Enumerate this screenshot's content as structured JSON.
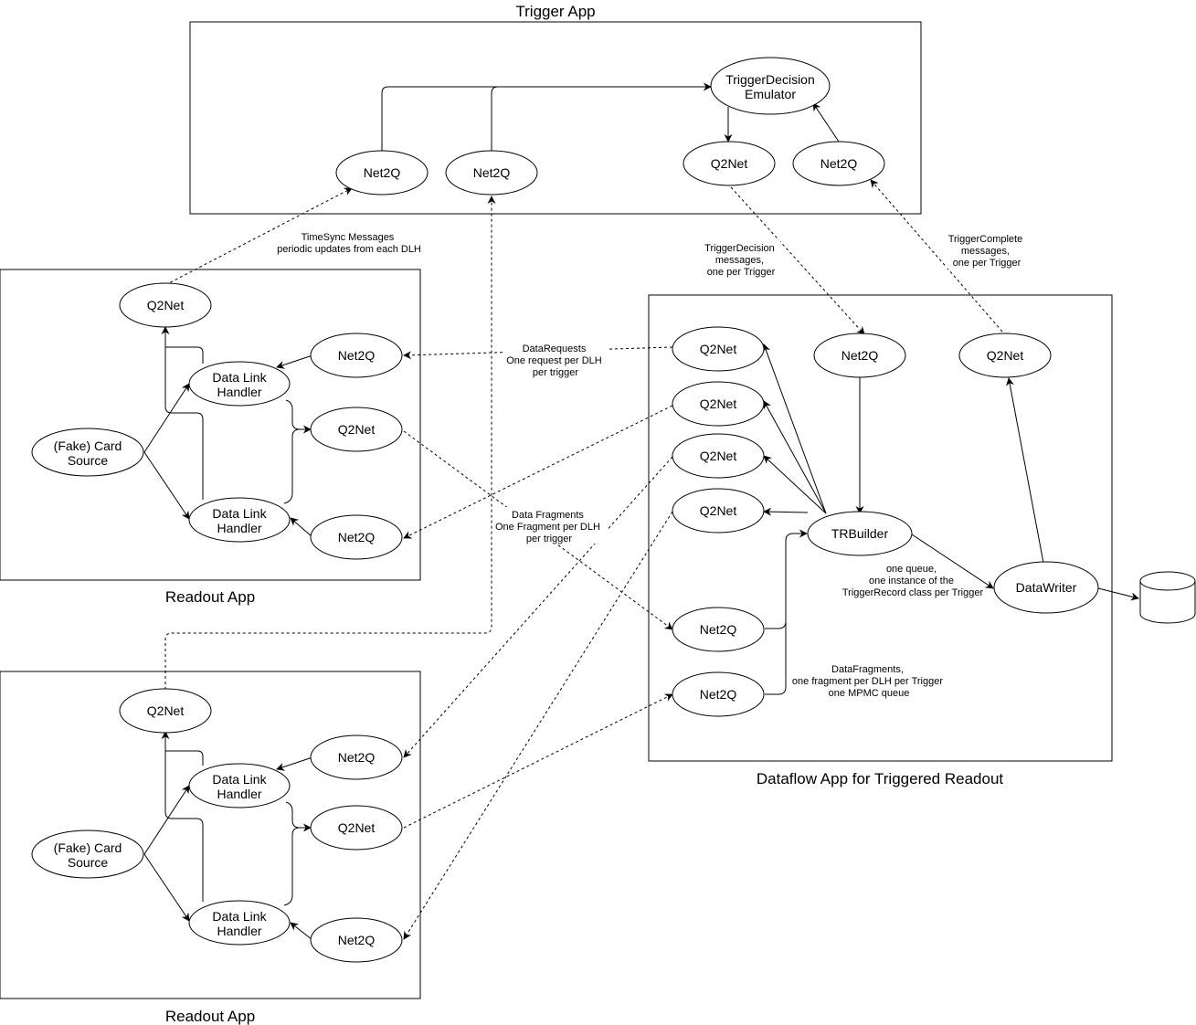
{
  "apps": {
    "trigger": "Trigger App",
    "readout_top": "Readout App",
    "readout_bottom": "Readout App",
    "dataflow": "Dataflow App for Triggered Readout"
  },
  "nodes": {
    "tde": [
      "TriggerDecision",
      "Emulator"
    ],
    "trig_net2q_a": [
      "Net2Q"
    ],
    "trig_net2q_b": [
      "Net2Q"
    ],
    "trig_q2net": [
      "Q2Net"
    ],
    "trig_net2q_c": [
      "Net2Q"
    ],
    "r1_q2net_ts": [
      "Q2Net"
    ],
    "r1_net2q_req": [
      "Net2Q"
    ],
    "r1_dlh1": [
      "Data Link",
      "Handler"
    ],
    "r1_card": [
      "(Fake) Card",
      "Source"
    ],
    "r1_q2net_frag": [
      "Q2Net"
    ],
    "r1_dlh2": [
      "Data Link",
      "Handler"
    ],
    "r1_net2q_req2": [
      "Net2Q"
    ],
    "r2_q2net_ts": [
      "Q2Net"
    ],
    "r2_net2q_req": [
      "Net2Q"
    ],
    "r2_dlh1": [
      "Data Link",
      "Handler"
    ],
    "r2_card": [
      "(Fake) Card",
      "Source"
    ],
    "r2_q2net_frag": [
      "Q2Net"
    ],
    "r2_dlh2": [
      "Data Link",
      "Handler"
    ],
    "r2_net2q_req2": [
      "Net2Q"
    ],
    "df_q2net_1": [
      "Q2Net"
    ],
    "df_q2net_2": [
      "Q2Net"
    ],
    "df_q2net_3": [
      "Q2Net"
    ],
    "df_q2net_4": [
      "Q2Net"
    ],
    "df_net2q_td": [
      "Net2Q"
    ],
    "df_q2net_tc": [
      "Q2Net"
    ],
    "trbuilder": [
      "TRBuilder"
    ],
    "datawriter": [
      "DataWriter"
    ],
    "df_net2q_f1": [
      "Net2Q"
    ],
    "df_net2q_f2": [
      "Net2Q"
    ]
  },
  "notes": {
    "timesync": [
      "TimeSync Messages",
      "periodic updates from each DLH"
    ],
    "trigger_decision": [
      "TriggerDecision",
      "messages,",
      "one per Trigger"
    ],
    "trigger_complete": [
      "TriggerComplete",
      "messages,",
      "one per Trigger"
    ],
    "data_requests": [
      "DataRequests",
      "One request per DLH",
      "per trigger"
    ],
    "data_fragments": [
      "Data Fragments",
      "One Fragment per DLH",
      "per trigger"
    ],
    "one_queue": [
      "one queue,",
      "one instance of the",
      "TriggerRecord class per Trigger"
    ],
    "datafragments_queue": [
      "DataFragments,",
      "one fragment per DLH per Trigger",
      "one MPMC queue"
    ]
  },
  "icons": {
    "storage": "database-cylinder-icon"
  },
  "colors": {
    "stroke": "#000000",
    "background": "#ffffff"
  }
}
